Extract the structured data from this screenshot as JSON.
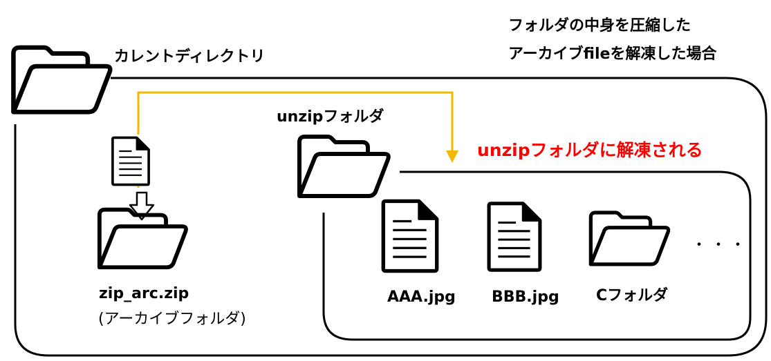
{
  "title_lines": [
    "フォルダの中身を圧縮した",
    "アーカイブfileを解凍した場合"
  ],
  "current_directory_label": "カレントディレクトリ",
  "unzip_folder_label": "unzipフォルダ",
  "extract_note": "unzipフォルダに解凍される",
  "archive": {
    "filename": "zip_arc.zip",
    "caption": "(アーカイブフォルダ)"
  },
  "extracted_items": [
    {
      "label": "AAA.jpg",
      "icon": "document-icon"
    },
    {
      "label": "BBB.jpg",
      "icon": "document-icon"
    },
    {
      "label": "Cフォルダ",
      "icon": "folder-icon"
    }
  ],
  "ellipsis": "・・・",
  "colors": {
    "stroke": "#000000",
    "arrow": "#f5b800",
    "highlight_text": "#ff0000"
  }
}
